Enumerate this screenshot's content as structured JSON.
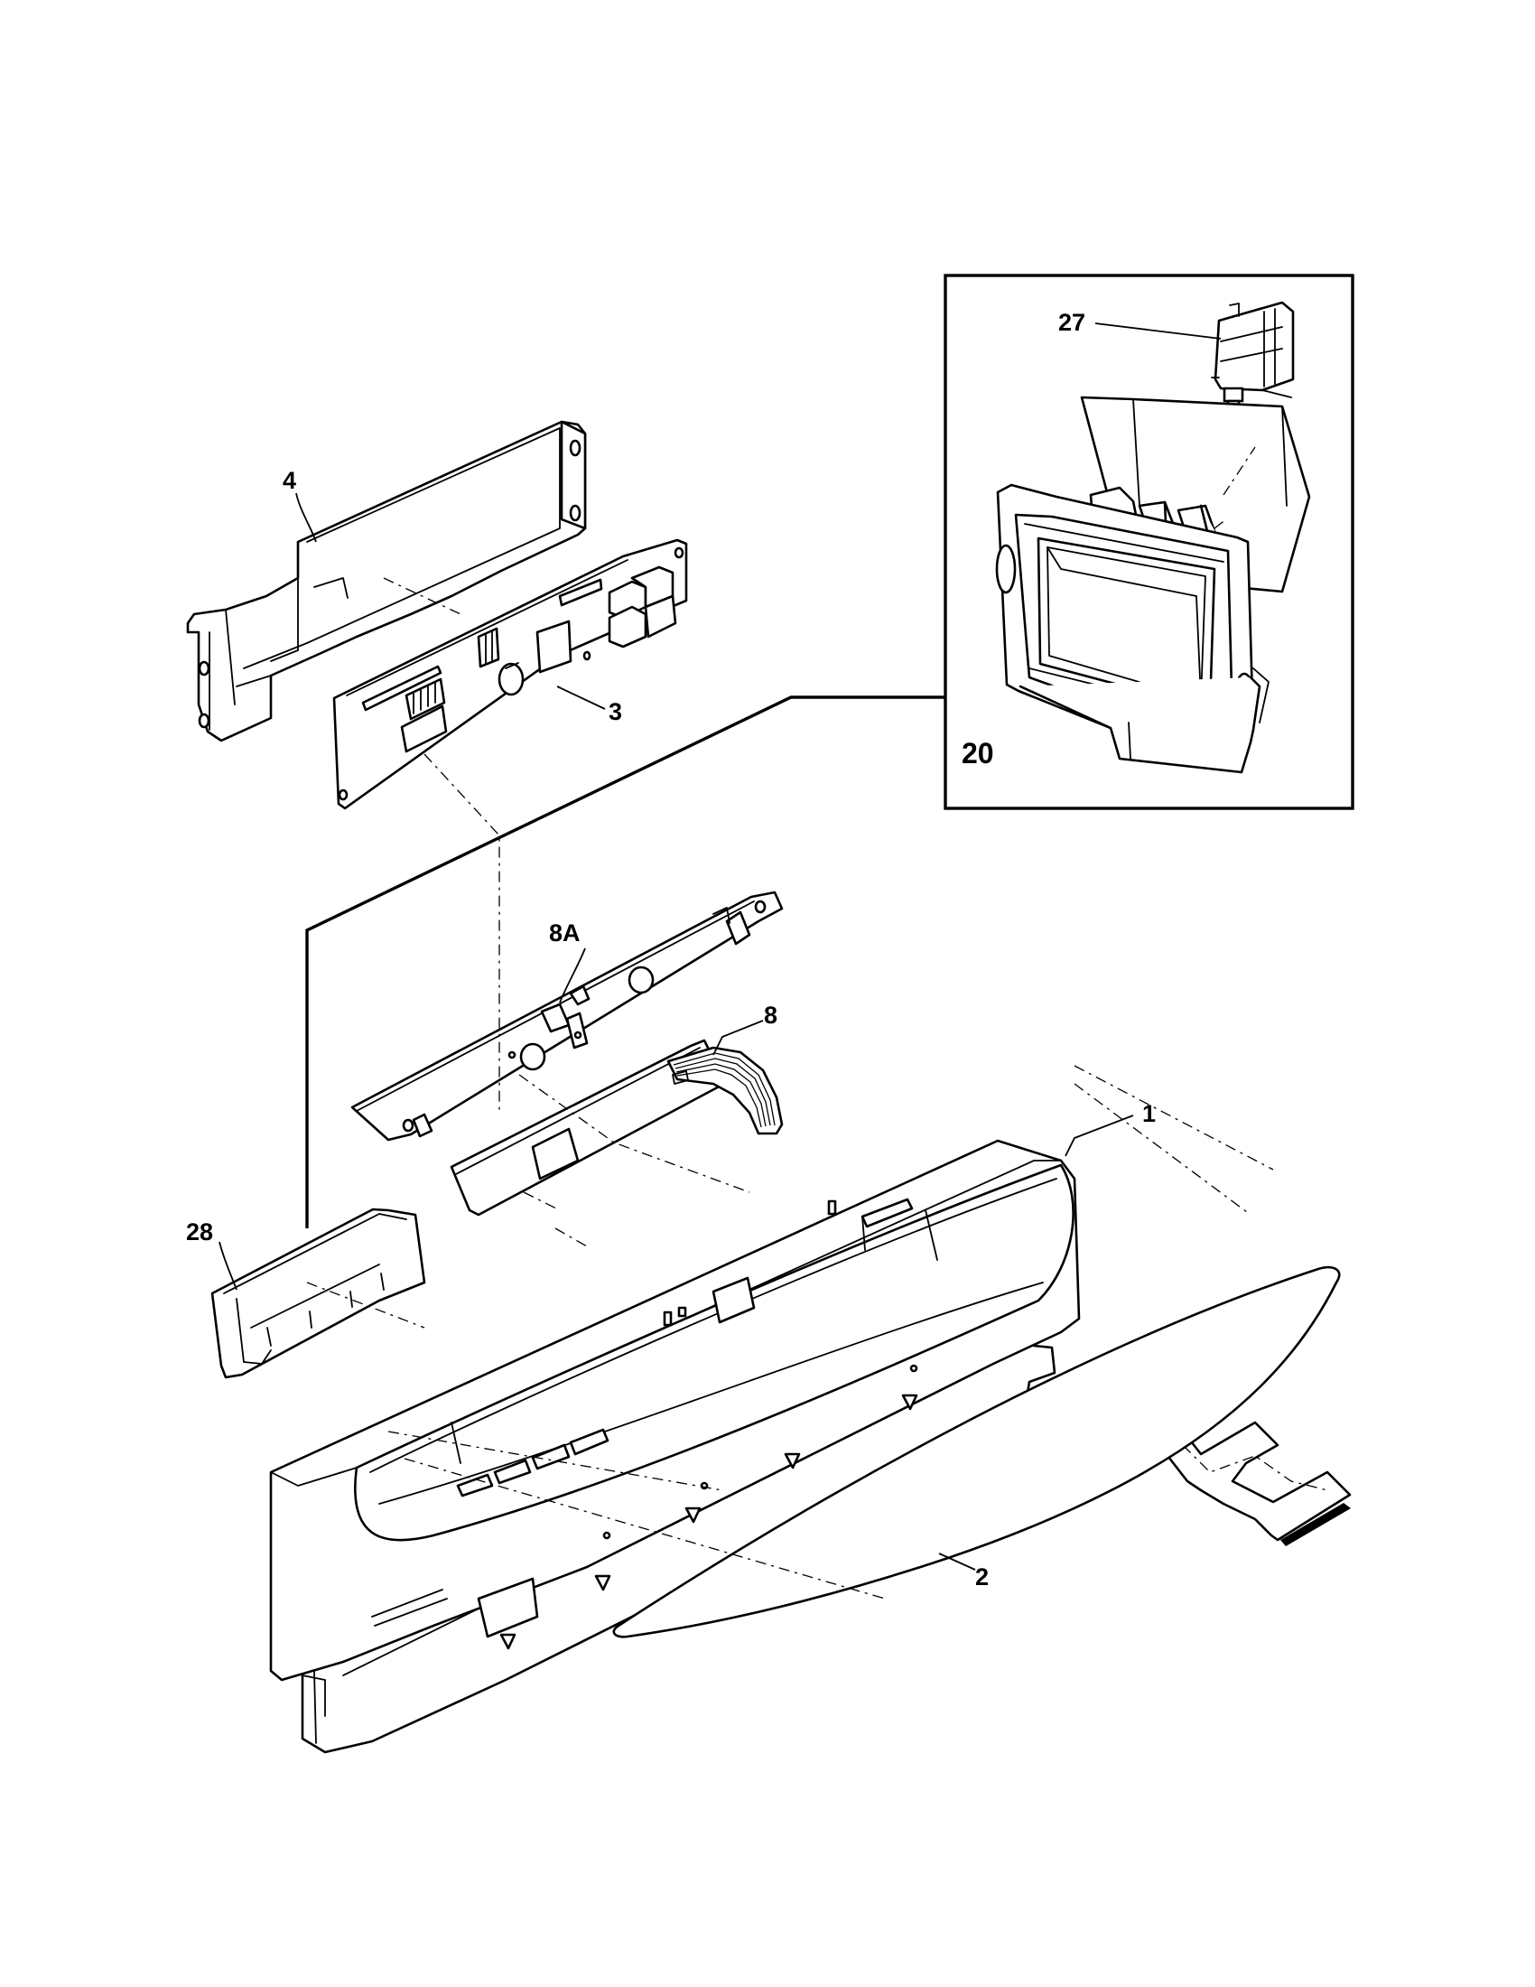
{
  "callouts": {
    "p1": "1",
    "p2": "2",
    "p3": "3",
    "p4": "4",
    "p8": "8",
    "p8a": "8A",
    "p20": "20",
    "p27": "27",
    "p28": "28"
  },
  "colors": {
    "line": "#000000",
    "background": "#ffffff"
  }
}
